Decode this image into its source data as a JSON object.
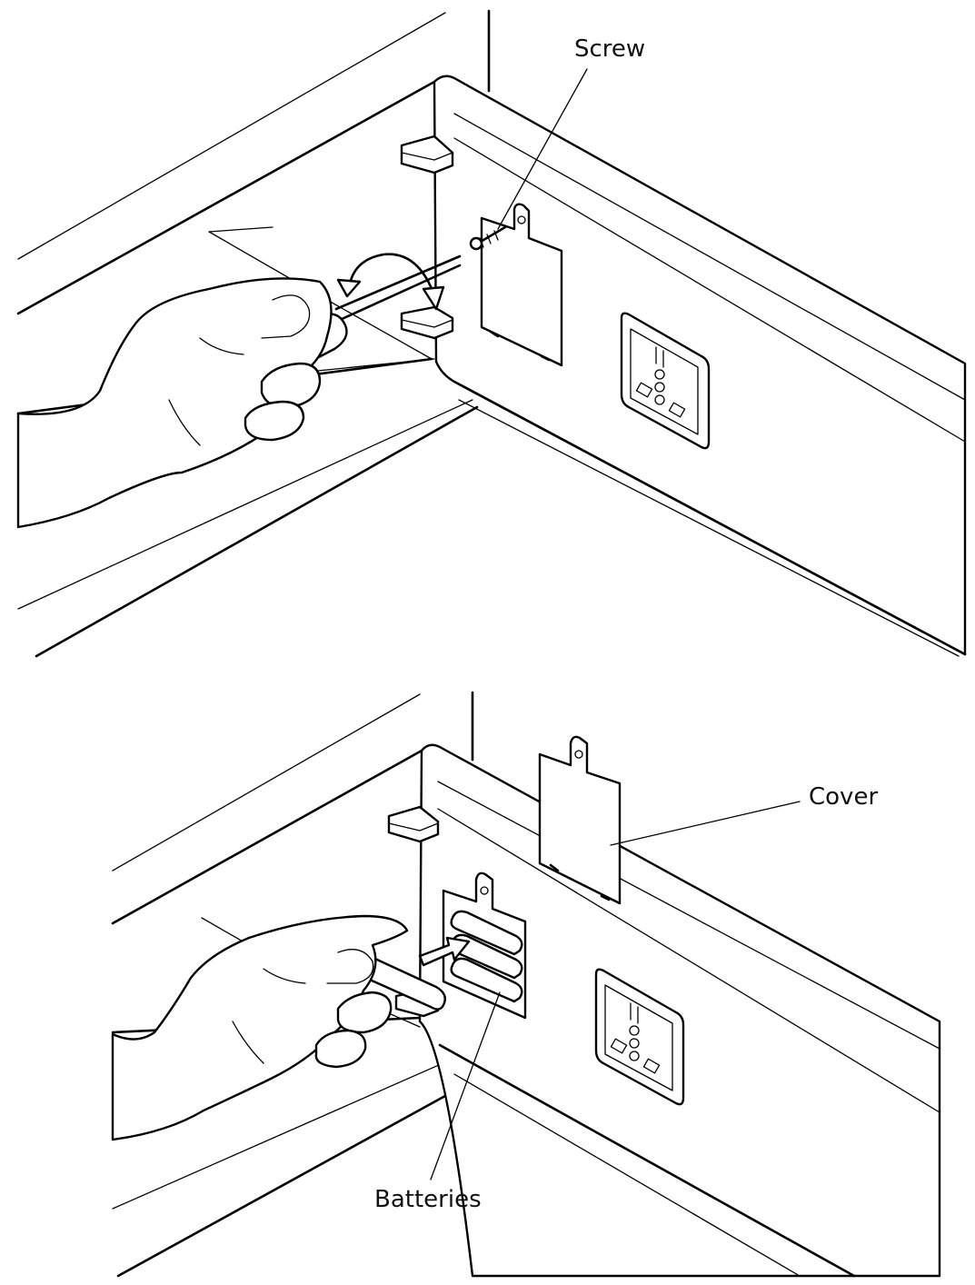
{
  "labels": {
    "screw": "Screw",
    "cover": "Cover",
    "batteries": "Batteries"
  },
  "icons": [
    "screwdriver-icon",
    "rotate-arrow-icon",
    "push-arrow-icon",
    "power-socket-icon"
  ],
  "colors": {
    "line": "#000000",
    "background": "#ffffff"
  }
}
